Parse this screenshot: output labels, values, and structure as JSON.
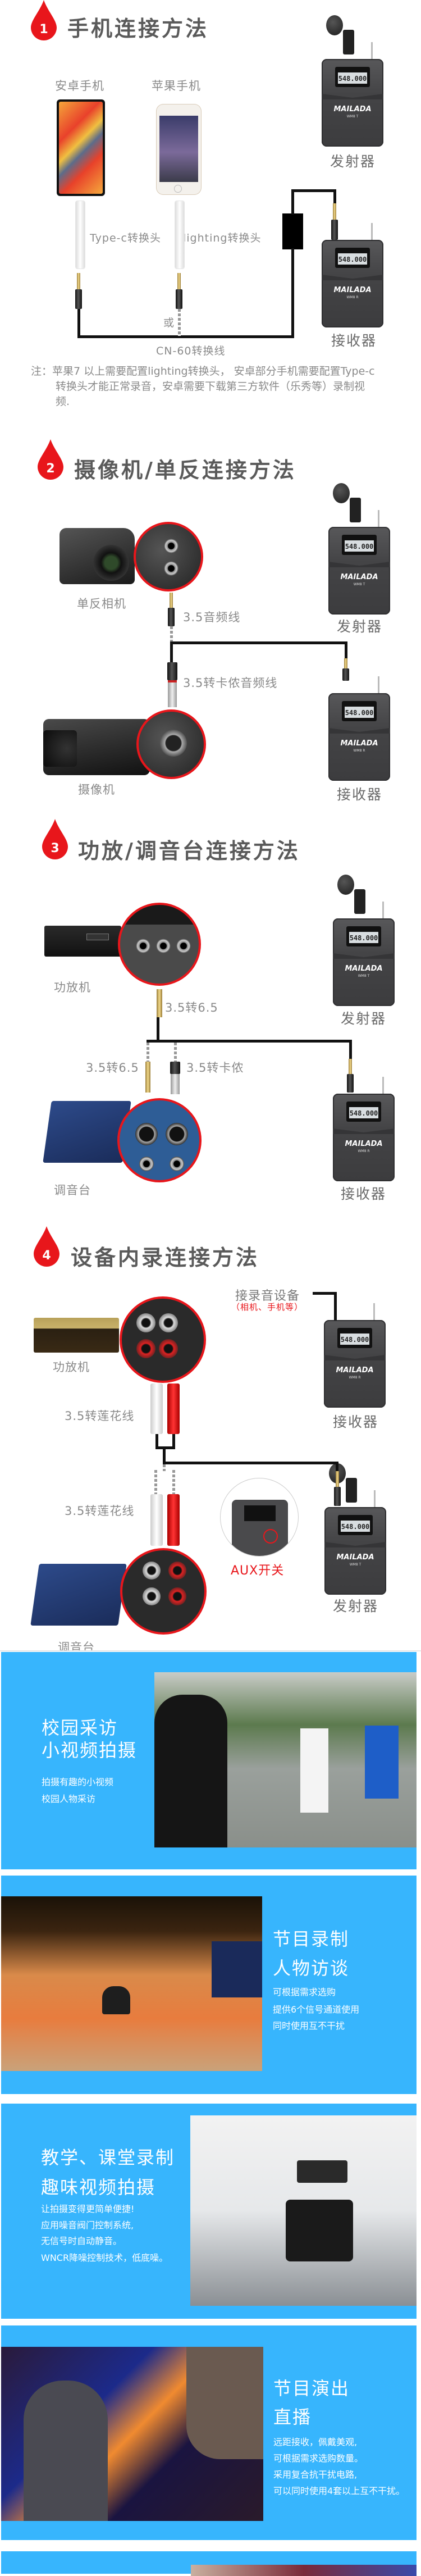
{
  "colors": {
    "accent_red": "#e8161b",
    "panel_blue": "#37b5fd",
    "title_gray": "#5a5a5a"
  },
  "device": {
    "brand": "MAILADA",
    "display": "548.000",
    "tx_model": "WM8 T",
    "rx_model": "WM8 R",
    "tx_label": "发射器",
    "rx_label": "接收器"
  },
  "section1": {
    "number": "1",
    "title": "手机连接方法",
    "android_label": "安卓手机",
    "iphone_label": "苹果手机",
    "typec_label": "Type-c转换头",
    "lightning_label": "lighting转换头",
    "or_label": "或",
    "cable_label": "CN-60转换线",
    "note": "注：苹果7 以上需要配置lighting转换头， 安卓部分手机需要配置Type-c转换头才能正常录音，安卓需要下载第三方软件（乐秀等）录制视频."
  },
  "section2": {
    "number": "2",
    "title": "摄像机/单反连接方法",
    "dslr_label": "单反相机",
    "audio_cable_label": "3.5音频线",
    "xlr_cable_label": "3.5转卡侬音频线",
    "camcorder_label": "摄像机"
  },
  "section3": {
    "number": "3",
    "title": "功放/调音台连接方法",
    "amp_label": "功放机",
    "adapter_label_top": "3.5转6.5",
    "adapter_label_bottom": "3.5转6.5",
    "xlr_label": "3.5转卡侬",
    "mixer_label": "调音台"
  },
  "section4": {
    "number": "4",
    "title": "设备内录连接方法",
    "recorder_label": "接录音设备",
    "recorder_sub": "（相机、手机等）",
    "amp_label": "功放机",
    "rca_label_top": "3.5转莲花线",
    "rca_label_bottom": "3.5转莲花线",
    "aux_label": "AUX开关",
    "mixer_label": "调音台"
  },
  "panels": [
    {
      "title1": "校园采访",
      "title2": "小视频拍摄",
      "lines": [
        "拍摄有趣的小视频",
        "校园人物采访"
      ]
    },
    {
      "title1": "节目录制",
      "title2": "人物访谈",
      "lines": [
        "可根据需求选购",
        "提供6个信号通道使用",
        "同时使用互不干扰"
      ]
    },
    {
      "title1": "教学、课堂录制",
      "title2": "趣味视频拍摄",
      "lines": [
        "让拍摄变得更简单便捷!",
        "应用噪音阀门控制系统,",
        "无信号时自动静音。",
        "WNCR降噪控制技术，低底噪。"
      ]
    },
    {
      "title1": "节目演出",
      "title2": "直播",
      "lines": [
        "远距接收，佩戴美观,",
        "可根据需求选购数量。",
        "采用复合抗干扰电路,",
        "可以同时使用4套以上互不干扰。"
      ]
    }
  ]
}
